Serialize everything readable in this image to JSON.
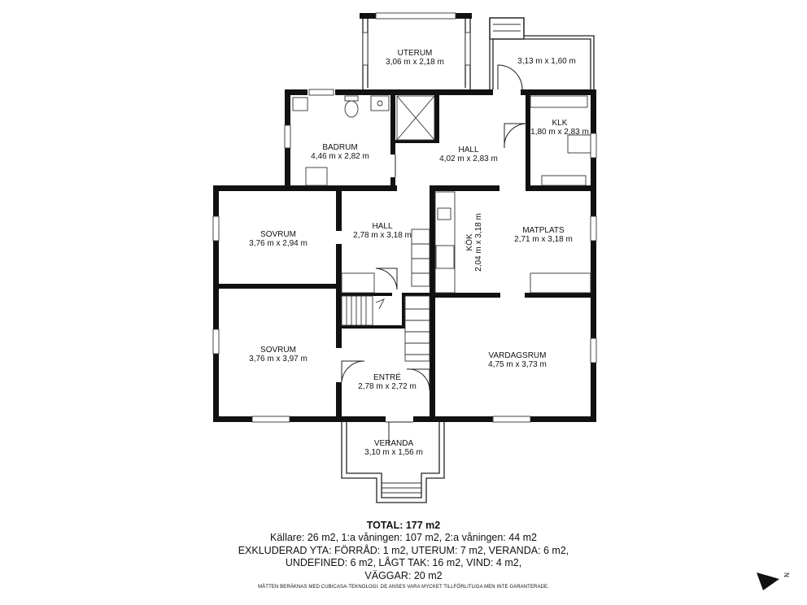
{
  "rooms": [
    {
      "name": "UTERUM",
      "dims": "3,06 m x 2,18 m"
    },
    {
      "name": "",
      "dims": "3,13 m x 1,60 m"
    },
    {
      "name": "BADRUM",
      "dims": "4,46 m x 2,82 m"
    },
    {
      "name": "HALL",
      "dims": "4,02 m x 2,83 m"
    },
    {
      "name": "KLK",
      "dims": "1,80 m x 2,83 m"
    },
    {
      "name": "SOVRUM",
      "dims": "3,76 m x 2,94 m"
    },
    {
      "name": "HALL",
      "dims": "2,78 m x 3,18 m"
    },
    {
      "name": "KÖK",
      "dims": "2,04 m x 3,18 m"
    },
    {
      "name": "MATPLATS",
      "dims": "2,71 m x 3,18 m"
    },
    {
      "name": "SOVRUM",
      "dims": "3,76 m x 3,97 m"
    },
    {
      "name": "ENTRÉ",
      "dims": "2,78 m x 2,72 m"
    },
    {
      "name": "VARDAGSRUM",
      "dims": "4,75 m x 3,73 m"
    },
    {
      "name": "VERANDA",
      "dims": "3,10 m x 1,56 m"
    }
  ],
  "summary": {
    "title": "TOTAL: 177 m2",
    "lines": [
      "Källare: 26 m2, 1:a våningen: 107 m2, 2:a våningen: 44 m2",
      "EXKLUDERAD YTA: FÖRRÅD: 1 m2, UTERUM: 7 m2, VERANDA: 6 m2,",
      "UNDEFINED: 6 m2, LÅGT TAK: 16 m2, VIND: 4 m2,",
      "VÄGGAR: 20 m2"
    ],
    "disclaimer": "MÅTTEN BERÄKNAS MED CUBICASA-TEKNOLOGI. DE ANSES VARA MYCKET TILLFÖRLITLIGA MEN INTE GARANTERADE."
  },
  "compass": {
    "label": "N",
    "icon": "north-arrow-icon"
  }
}
